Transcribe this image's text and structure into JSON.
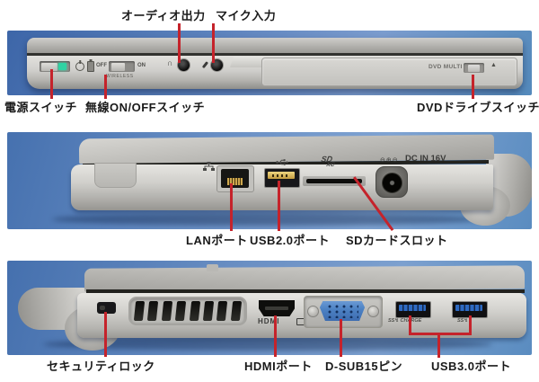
{
  "colors": {
    "annotation": "#c5232b",
    "label_text": "#1a1a1a",
    "photo_background_blue": "#5d83bd",
    "laptop_silver": "#c6c5c1",
    "power_indicator_green": "#2fd3a3",
    "usb2_gold": "#d9b256",
    "usb3_blue": "#2e6ac2",
    "vga_blue": "#4d82c4"
  },
  "front_view": {
    "callouts": {
      "audio_out": "オーディオ出力",
      "mic_in": "マイク入力",
      "power": "電源スイッチ",
      "wireless": "無線ON/OFFスイッチ",
      "dvd": "DVDドライブスイッチ"
    },
    "device_text": {
      "off": "OFF",
      "on": "ON",
      "wireless": "WIRELESS",
      "dvd_multi": "DVD MULTI",
      "eject": "▲"
    }
  },
  "right_view": {
    "callouts": {
      "lan": "LANポート",
      "usb2": "USB2.0ポート",
      "sd": "SDカードスロット"
    },
    "device_text": {
      "dc_in": "DC IN 16V",
      "polarity": "⊖⊕⊖",
      "sd_logo": "SD",
      "sd_logo_sub": "XC"
    }
  },
  "left_view": {
    "callouts": {
      "security": "セキュリティロック",
      "hdmi": "HDMIポート",
      "dsub": "D-SUB15ピン",
      "usb3": "USB3.0ポート"
    },
    "device_text": {
      "hdmi_logo": "HDMI",
      "usb3_charge": "SS↯ CHARGE",
      "usb3_ss": "SS↯"
    }
  }
}
